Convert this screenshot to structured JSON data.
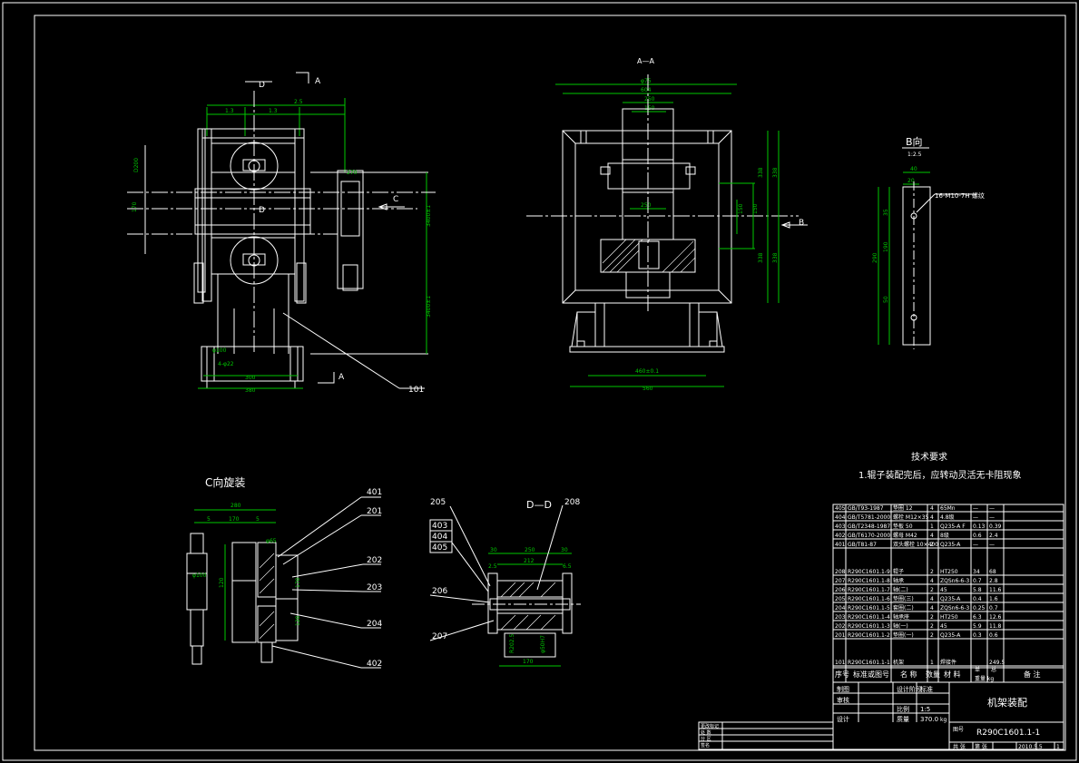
{
  "views": {
    "front": {
      "section_d_top": "D",
      "section_a_top": "A",
      "section_d_mid": "D",
      "section_a_bot": "A",
      "dim_c": "C",
      "dims": [
        "1.3",
        "1.3",
        "2.5",
        "200",
        "380",
        "4-φ22",
        "φ100",
        "3400±1",
        "3400±1",
        "170",
        "D200"
      ],
      "leader_101": "101"
    },
    "section_aa": {
      "title": "A—A",
      "dims": [
        "φ75",
        "604",
        "250",
        "150",
        "250",
        "150",
        "150",
        "338",
        "338",
        "460±0.1",
        "560"
      ],
      "arrow_b": "B"
    },
    "view_b": {
      "title": "B向",
      "scale": "1:2.5",
      "dims": [
        "40",
        "20",
        "35",
        "190",
        "50",
        "290"
      ],
      "note": "16-M10-7H 螺纹"
    },
    "view_c": {
      "title": "C向旋装",
      "dims": [
        "280",
        "5",
        "170",
        "5",
        "φ65",
        "φ100",
        "120",
        "170",
        "120"
      ],
      "leaders": [
        "401",
        "201",
        "202",
        "203",
        "204",
        "402"
      ]
    },
    "section_dd": {
      "title": "D—D",
      "dims": [
        "30",
        "250",
        "30",
        "212",
        "12.5",
        "12.5",
        "170",
        "2.5",
        "6.5"
      ],
      "leaders": [
        "205",
        "403",
        "404",
        "405",
        "206",
        "207",
        "208"
      ]
    }
  },
  "tech_requirements": {
    "title": "技术要求",
    "item1": "1.辊子装配完后，应转动灵活无卡阻现象"
  },
  "bom": [
    {
      "no": "405",
      "code": "GB/T93-1987",
      "name": "垫圈 12",
      "qty": "4",
      "material": "65Mn",
      "w1": "—",
      "w2": "—"
    },
    {
      "no": "404",
      "code": "GB/T5781-2000",
      "name": "螺栓 M12×35",
      "qty": "4",
      "material": "4.8级",
      "w1": "—",
      "w2": "—"
    },
    {
      "no": "403",
      "code": "GB/T2348-1987",
      "name": "垫板 50",
      "qty": "1",
      "material": "Q235-A F",
      "w1": "0.13",
      "w2": "0.39"
    },
    {
      "no": "402",
      "code": "GB/T6170-2000",
      "name": "螺母 M42",
      "qty": "4",
      "material": "8级",
      "w1": "0.6",
      "w2": "2.4"
    },
    {
      "no": "401",
      "code": "GB/T81-87",
      "name": "双头螺栓 10×400",
      "qty": "2",
      "material": "Q235-A",
      "w1": "—",
      "w2": "—"
    },
    {
      "no": "208",
      "code": "R290C1601.1-9",
      "name": "辊子",
      "qty": "2",
      "material": "HT250",
      "w1": "34",
      "w2": "68"
    },
    {
      "no": "207",
      "code": "R290C1601.1-8",
      "name": "轴承",
      "qty": "4",
      "material": "ZQSn6-6-3",
      "w1": "0.7",
      "w2": "2.8"
    },
    {
      "no": "206",
      "code": "R290C1601.1-7",
      "name": "轴(二)",
      "qty": "2",
      "material": "45",
      "w1": "5.8",
      "w2": "11.6"
    },
    {
      "no": "205",
      "code": "R290C1601.1-6",
      "name": "垫圈(三)",
      "qty": "4",
      "material": "Q235-A",
      "w1": "0.4",
      "w2": "1.6"
    },
    {
      "no": "204",
      "code": "R290C1601.1-5",
      "name": "套圈(二)",
      "qty": "4",
      "material": "ZQSn6-6-3",
      "w1": "0.25",
      "w2": "0.7"
    },
    {
      "no": "203",
      "code": "R290C1601.1-4",
      "name": "轴承座",
      "qty": "2",
      "material": "HT250",
      "w1": "6.3",
      "w2": "12.6"
    },
    {
      "no": "202",
      "code": "R290C1601.1-3",
      "name": "轴(一)",
      "qty": "2",
      "material": "45",
      "w1": "5.9",
      "w2": "11.8"
    },
    {
      "no": "201",
      "code": "R290C1601.1-2",
      "name": "垫圈(一)",
      "qty": "2",
      "material": "Q235-A",
      "w1": "0.3",
      "w2": "0.6"
    },
    {
      "no": "101",
      "code": "R290C1601.1-1",
      "name": "机架",
      "qty": "1",
      "material": "焊接件",
      "w1": "",
      "w2": "249.5"
    }
  ],
  "bom_header": {
    "no": "序号",
    "code": "标准或图号",
    "name": "名  称",
    "qty": "数量",
    "material": "材  料",
    "w1": "单",
    "w2": "总",
    "weight": "重量 kg",
    "remark": "备  注"
  },
  "title_block": {
    "drawing_title": "机架装配",
    "drawing_no": "R290C1601.1-1",
    "scale": "1:5",
    "mass": "370.0",
    "mass_unit": "kg",
    "rows": [
      "制图",
      "审核",
      "设计"
    ],
    "labels": [
      "设计阶段",
      "标准",
      "比例",
      "质量",
      "图号"
    ],
    "small_labels": [
      "更改标记",
      "处 数",
      "分 区",
      "签名"
    ],
    "bottom": [
      "共  张",
      "第  张",
      "2010.5.5",
      "1"
    ]
  }
}
